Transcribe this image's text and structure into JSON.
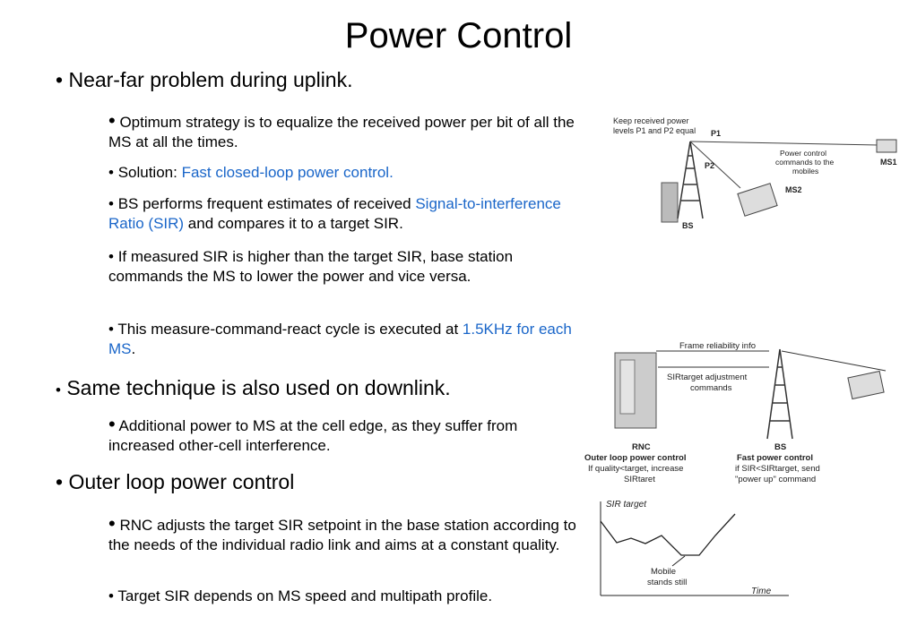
{
  "title": "Power Control",
  "bullet": "•",
  "sections": [
    {
      "heading": "Near-far problem during uplink.",
      "items": [
        {
          "text": "Optimum strategy is to equalize the received power per bit of all the MS at all the times."
        },
        {
          "pre": "Solution: ",
          "link": "Fast closed-loop power control."
        },
        {
          "pre": "BS performs frequent estimates of received ",
          "link": "Signal-to-interference Ratio (SIR)",
          "post": " and compares it to a target SIR."
        },
        {
          "text": "If measured SIR is higher than the target SIR, base station commands the MS to lower the power and vice versa."
        },
        {
          "pre": "This measure-command-react cycle is executed at ",
          "link": "1.5KHz for each MS",
          "post": "."
        }
      ]
    },
    {
      "heading": "Same technique is also used on downlink.",
      "items": [
        {
          "text": "Additional power to MS at the cell edge, as they suffer from increased other-cell interference."
        }
      ]
    },
    {
      "heading": "Outer loop power control",
      "items": [
        {
          "text": "RNC adjusts the target SIR setpoint in the base station according to the needs of the individual radio link and aims at a constant quality."
        },
        {
          "text": "Target SIR depends on MS speed and multipath profile."
        }
      ]
    }
  ],
  "figure1": {
    "note": [
      "Keep received power",
      "levels P1 and P2 equal"
    ],
    "p1": "P1",
    "p2": "P2",
    "control": [
      "Power control",
      "commands to the",
      "mobiles"
    ],
    "ms1": "MS1",
    "ms2": "MS2",
    "bs": "BS"
  },
  "figure2": {
    "frame": "Frame reliability info",
    "adjust": [
      "SIRtarget adjustment",
      "commands"
    ],
    "rnc": "RNC",
    "outer": "Outer loop power control",
    "outer_desc": [
      "If quality<target, increase",
      "SIRtaret"
    ],
    "bs": "BS",
    "fast": "Fast power control",
    "fast_desc": [
      "if SIR<SIRtarget, send",
      "\"power up\" command"
    ]
  },
  "figure3": {
    "ylabel": "SIR target",
    "xlabel": "Time",
    "annotation": [
      "Mobile",
      "stands still"
    ]
  }
}
